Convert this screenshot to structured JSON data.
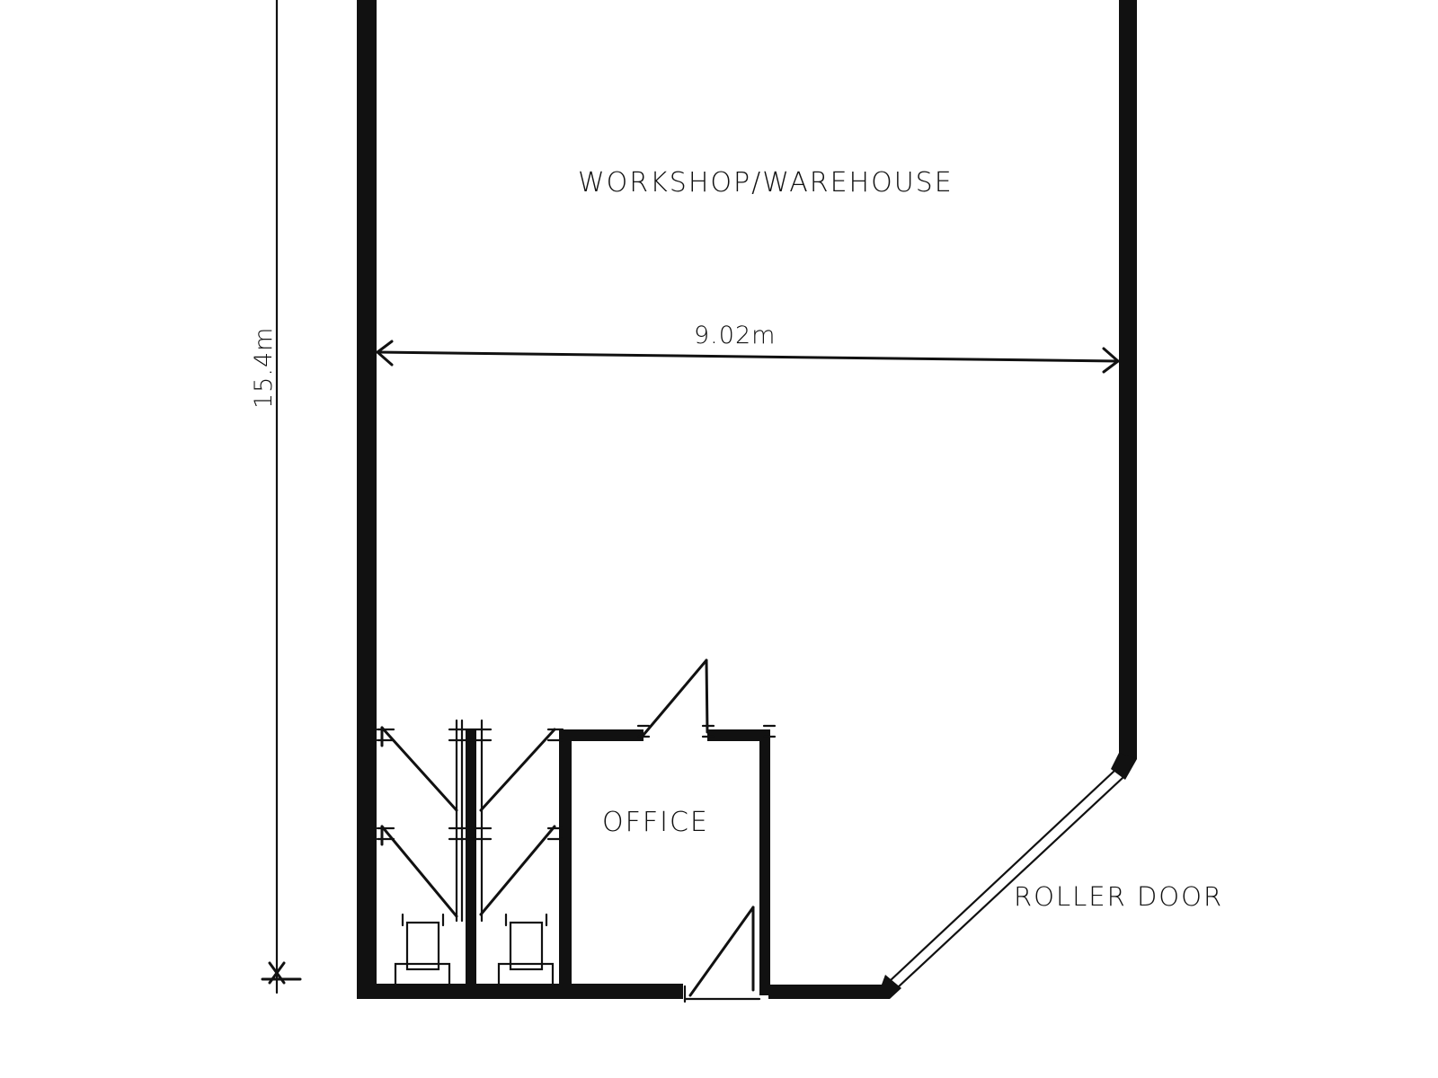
{
  "labels": {
    "room_main": "WORKSHOP/WAREHOUSE",
    "room_office": "OFFICE",
    "dim_width": "9.02m",
    "dim_length": "15.4m",
    "roller_door": "ROLLER DOOR"
  },
  "colors": {
    "ink": "#111111",
    "paper": "#ffffff"
  }
}
